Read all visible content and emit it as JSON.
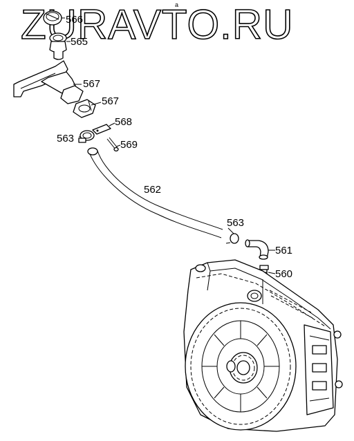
{
  "watermark": "ZURAVTO.RU",
  "top_mark": "a",
  "callouts": {
    "c566": "566",
    "c565": "565",
    "c567a": "567",
    "c567b": "567",
    "c568": "568",
    "c563a": "563",
    "c569": "569",
    "c562": "562",
    "c563b": "563",
    "c561": "561",
    "c560": "560"
  }
}
